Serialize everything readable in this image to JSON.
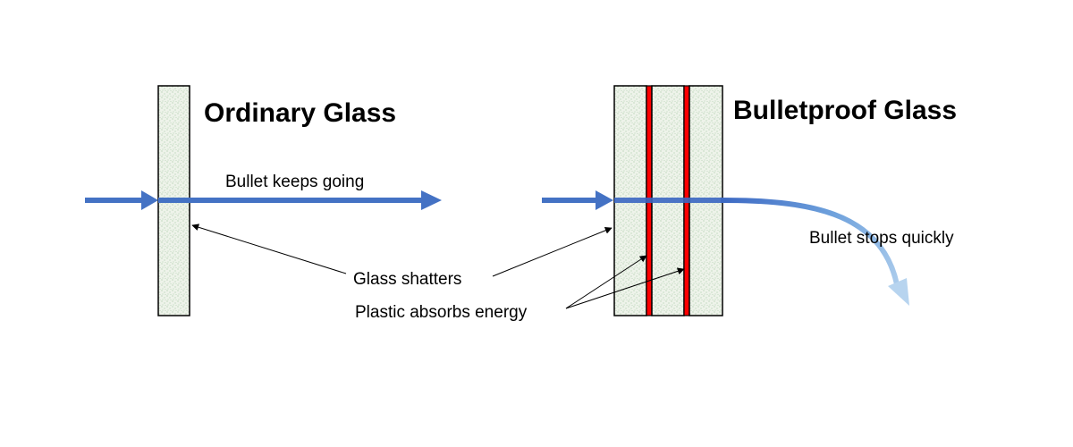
{
  "ordinary": {
    "title": "Ordinary Glass",
    "bullet_label": "Bullet keeps going"
  },
  "bulletproof": {
    "title": "Bulletproof Glass",
    "bullet_label": "Bullet stops quickly"
  },
  "callouts": {
    "glass_shatters": "Glass shatters",
    "plastic_absorbs": "Plastic absorbs energy"
  },
  "colors": {
    "arrow": "#4472c4",
    "plastic": "#ff0000",
    "glass_fill": "#eef3ea",
    "glass_speckle": "#8ab88a"
  }
}
